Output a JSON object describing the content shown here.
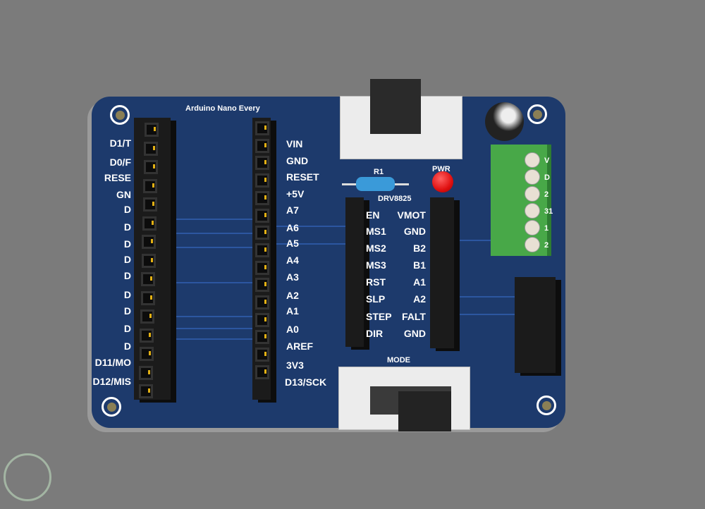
{
  "board_title": "Arduino Nano Every",
  "nano_left_labels": [
    "D1/T",
    "D0/F",
    "RESE",
    "GN",
    "D",
    "D",
    "D",
    "D",
    "D",
    "D",
    "D",
    "D",
    "D",
    "D11/MO",
    "D12/MIS"
  ],
  "nano_right_labels": [
    "VIN",
    "GND",
    "RESET",
    "+5V",
    "A7",
    "A6",
    "A5",
    "A4",
    "A3",
    "A2",
    "A1",
    "A0",
    "AREF",
    "3V3",
    "D13/SCK"
  ],
  "drv_title": "DRV8825",
  "drv_left_labels": [
    "EN",
    "MS1",
    "MS2",
    "MS3",
    "RST",
    "SLP",
    "STEP",
    "DIR"
  ],
  "drv_right_labels": [
    "VMOT",
    "GND",
    "B2",
    "B1",
    "A1",
    "A2",
    "FALT",
    "GND"
  ],
  "resistor_label": "R1",
  "led_label": "PWR",
  "mode_label": "MODE",
  "terminal_labels": [
    "V",
    "D",
    "2",
    "31",
    "1",
    "2"
  ],
  "colors": {
    "board": "#1d3a6c",
    "background": "#7b7b7b",
    "led": "#e01010",
    "terminal": "#4caf50"
  }
}
